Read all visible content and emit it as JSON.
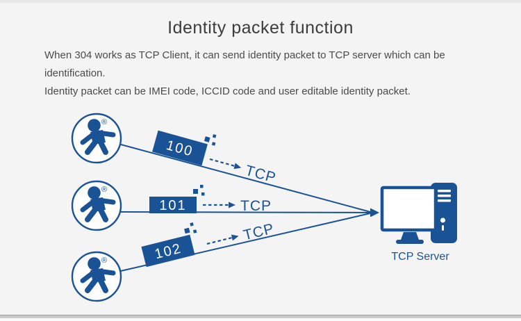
{
  "header": {
    "title": "Identity packet function",
    "description_line1": "When 304 works as TCP Client, it can send identity packet to TCP server which can be identification.",
    "description_line2": "Identity packet can be IMEI code, ICCID code and user editable identity packet."
  },
  "diagram": {
    "registered_mark": "®",
    "clients": [
      {
        "packet_id": "100",
        "protocol_label": "TCP"
      },
      {
        "packet_id": "101",
        "protocol_label": "TCP"
      },
      {
        "packet_id": "102",
        "protocol_label": "TCP"
      }
    ],
    "server": {
      "label": "TCP Server"
    }
  },
  "colors": {
    "primary_blue": "#1a5296",
    "background": "#f4f4f4",
    "title_gray": "#3c3c3c",
    "body_gray": "#4a4a4a"
  }
}
